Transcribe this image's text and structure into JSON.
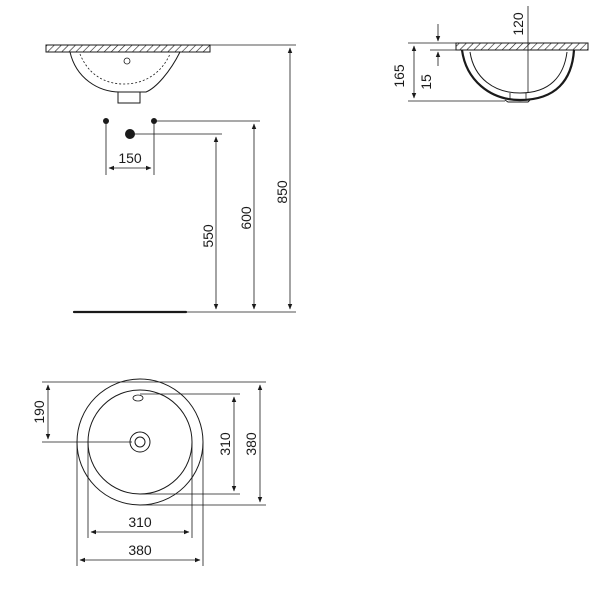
{
  "dimensions": {
    "side": {
      "dim_850": "850",
      "dim_600": "600",
      "dim_550": "550",
      "dim_150": "150"
    },
    "section": {
      "dim_120": "120",
      "dim_165": "165",
      "dim_15": "15"
    },
    "plan": {
      "dim_190": "190",
      "dim_310_v": "310",
      "dim_380_v": "380",
      "dim_310_h": "310",
      "dim_380_h": "380"
    }
  }
}
